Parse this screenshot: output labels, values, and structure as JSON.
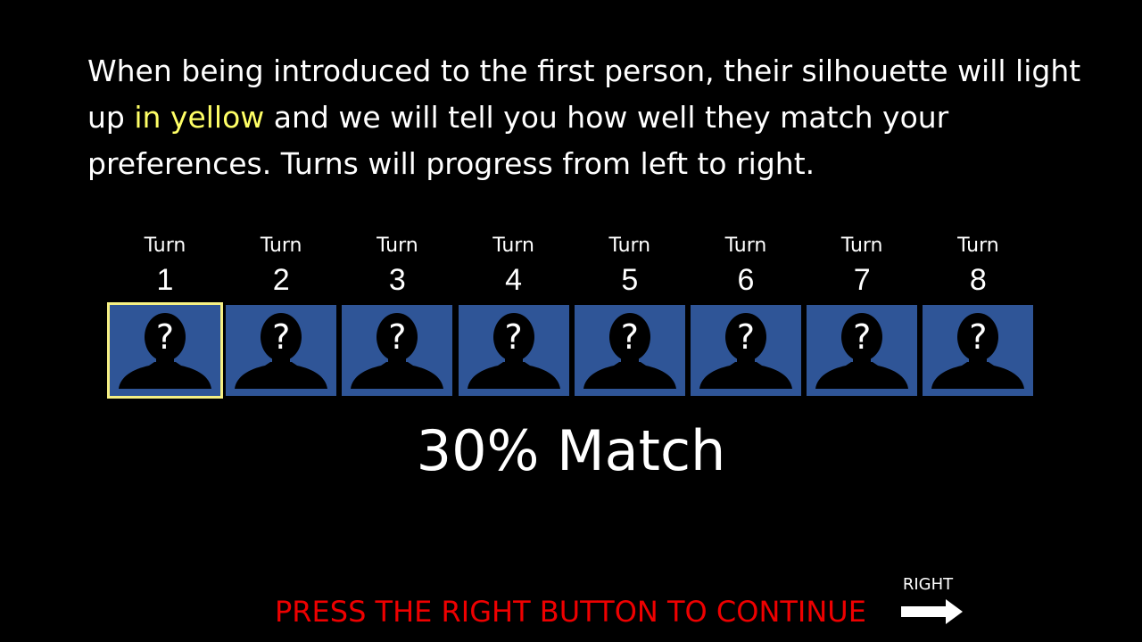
{
  "intro": {
    "before": "When being introduced to the first person, their silhouette will light up ",
    "highlight": "in yellow",
    "after": " and we will tell you how well they match your preferences. Turns will progress from left to right."
  },
  "turns": [
    {
      "label": "Turn",
      "number": "1",
      "placeholder": "?",
      "active": true
    },
    {
      "label": "Turn",
      "number": "2",
      "placeholder": "?",
      "active": false
    },
    {
      "label": "Turn",
      "number": "3",
      "placeholder": "?",
      "active": false
    },
    {
      "label": "Turn",
      "number": "4",
      "placeholder": "?",
      "active": false
    },
    {
      "label": "Turn",
      "number": "5",
      "placeholder": "?",
      "active": false
    },
    {
      "label": "Turn",
      "number": "6",
      "placeholder": "?",
      "active": false
    },
    {
      "label": "Turn",
      "number": "7",
      "placeholder": "?",
      "active": false
    },
    {
      "label": "Turn",
      "number": "8",
      "placeholder": "?",
      "active": false
    }
  ],
  "match_text": "30% Match",
  "footer": {
    "prompt": "PRESS THE RIGHT BUTTON TO CONTINUE",
    "right_label": "RIGHT",
    "arrow_icon": "right-arrow-icon"
  },
  "colors": {
    "background": "#000000",
    "card": "#2f5597",
    "highlight": "#ffff66",
    "active_border": "#f6f083",
    "prompt": "#ee0000"
  }
}
